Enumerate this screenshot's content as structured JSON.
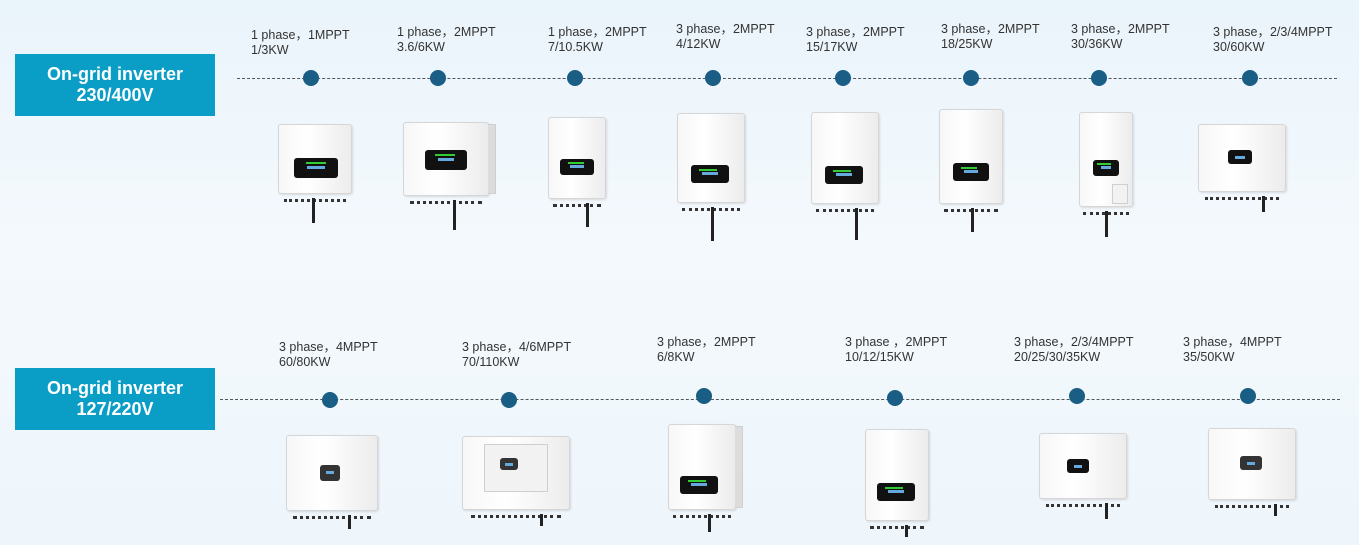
{
  "rows": [
    {
      "label_line1": "On-grid inverter",
      "label_line2": "230/400V",
      "items": [
        {
          "phase": "1 phase，1MPPT",
          "power": "1/3KW"
        },
        {
          "phase": "1 phase，2MPPT",
          "power": "3.6/6KW"
        },
        {
          "phase": "1 phase，2MPPT",
          "power": "7/10.5KW"
        },
        {
          "phase": "3 phase，2MPPT",
          "power": "4/12KW"
        },
        {
          "phase": "3 phase，2MPPT",
          "power": "15/17KW"
        },
        {
          "phase": "3 phase，2MPPT",
          "power": "18/25KW"
        },
        {
          "phase": "3 phase，2MPPT",
          "power": "30/36KW"
        },
        {
          "phase": "3 phase，2/3/4MPPT",
          "power": "30/60KW"
        }
      ]
    },
    {
      "label_line1": "On-grid inverter",
      "label_line2": "127/220V",
      "items": [
        {
          "phase": "3 phase，4MPPT",
          "power": "60/80KW"
        },
        {
          "phase": "3 phase，4/6MPPT",
          "power": "70/110KW"
        },
        {
          "phase": "3 phase，2MPPT",
          "power": "6/8KW"
        },
        {
          "phase": "3 phase ，2MPPT",
          "power": "10/12/15KW"
        },
        {
          "phase": "3 phase，2/3/4MPPT",
          "power": "20/25/30/35KW"
        },
        {
          "phase": "3 phase，4MPPT",
          "power": "35/50KW"
        }
      ]
    }
  ],
  "colors": {
    "label_bg": "#0a9ec7",
    "dot": "#1a5d85"
  },
  "icons": {
    "inverter": "inverter-product-image",
    "timeline_marker": "timeline-dot-icon"
  }
}
